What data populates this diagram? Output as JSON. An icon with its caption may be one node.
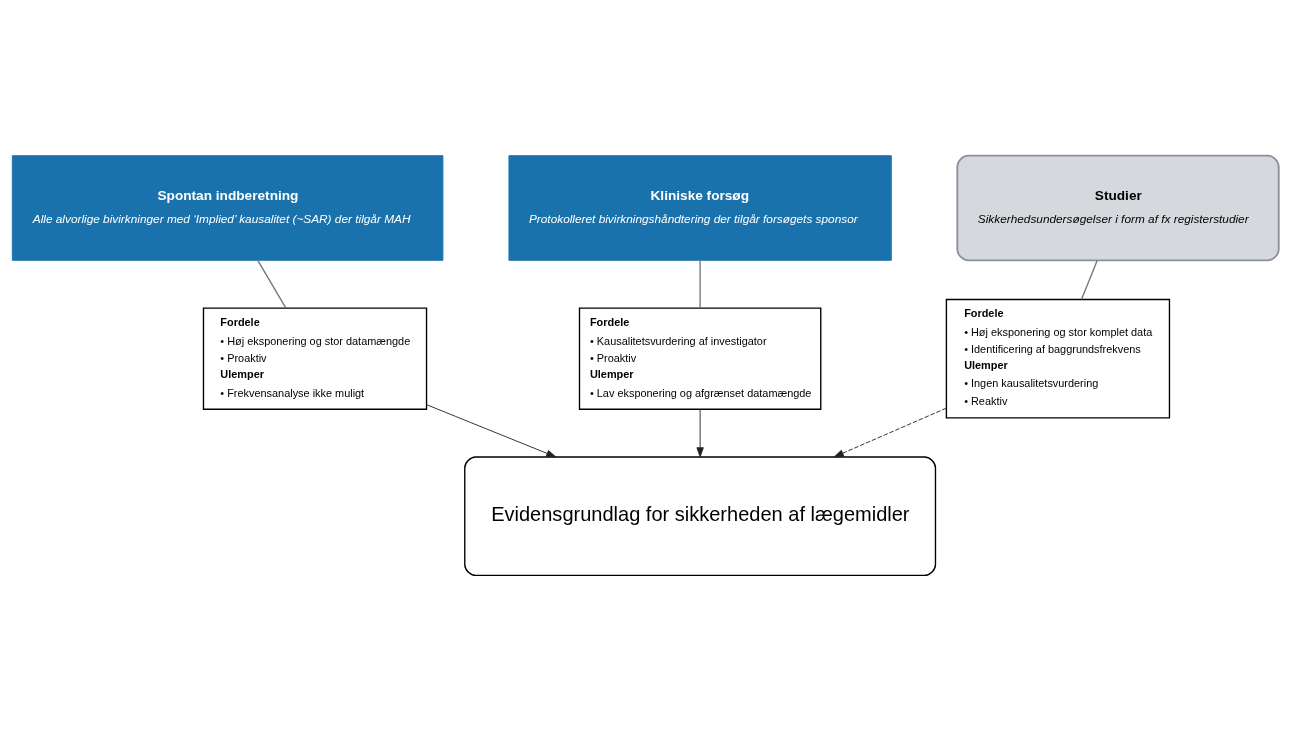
{
  "diagram": {
    "nodes": [
      {
        "text": [
          "Spontan indberetning",
          "Alle alvorlige bivirkninger med ‘Implied’ kausalitet (~SAR) der tilgår MAH"
        ]
      },
      {
        "text": [
          "Kliniske forsøg",
          "Protokolleret bivirkningshåndtering der tilgår forsøgets sponsor"
        ]
      },
      {
        "text": [
          "Studier",
          "Sikkerhedsundersøgelser i form af fx registerstudier"
        ]
      },
      {
        "text": [
          "Fordele",
          "• Høj eksponering og stor datamængde",
          "• Proaktiv",
          "Ulemper",
          "• Frekvensanalyse ikke muligt"
        ]
      },
      {
        "text": [
          "Fordele",
          "• Kausalitetsvurdering af investigator",
          "• Proaktiv",
          "Ulemper",
          "• Lav eksponering og afgrænset datamængde"
        ]
      },
      {
        "text": [
          "Fordele",
          "• Høj eksponering og stor komplet data",
          "• Identificering af baggrundsfrekvens",
          "Ulemper",
          "• Ingen kausalitetsvurdering",
          "• Reaktiv"
        ]
      },
      {
        "text": [
          "Evidensgrundlag for sikkerheden af lægemidler"
        ]
      }
    ],
    "edges": [
      {
        "from": 0,
        "to": 3,
        "arrow": "none"
      },
      {
        "from": 1,
        "to": 4,
        "arrow": "none"
      },
      {
        "from": 2,
        "to": 5,
        "arrow": "none"
      },
      {
        "from": 3,
        "to": 6,
        "arrow": "to"
      },
      {
        "from": 4,
        "to": 6,
        "arrow": "to"
      },
      {
        "from": 5,
        "to": 6,
        "arrow": "to",
        "style": "dashed"
      }
    ]
  }
}
